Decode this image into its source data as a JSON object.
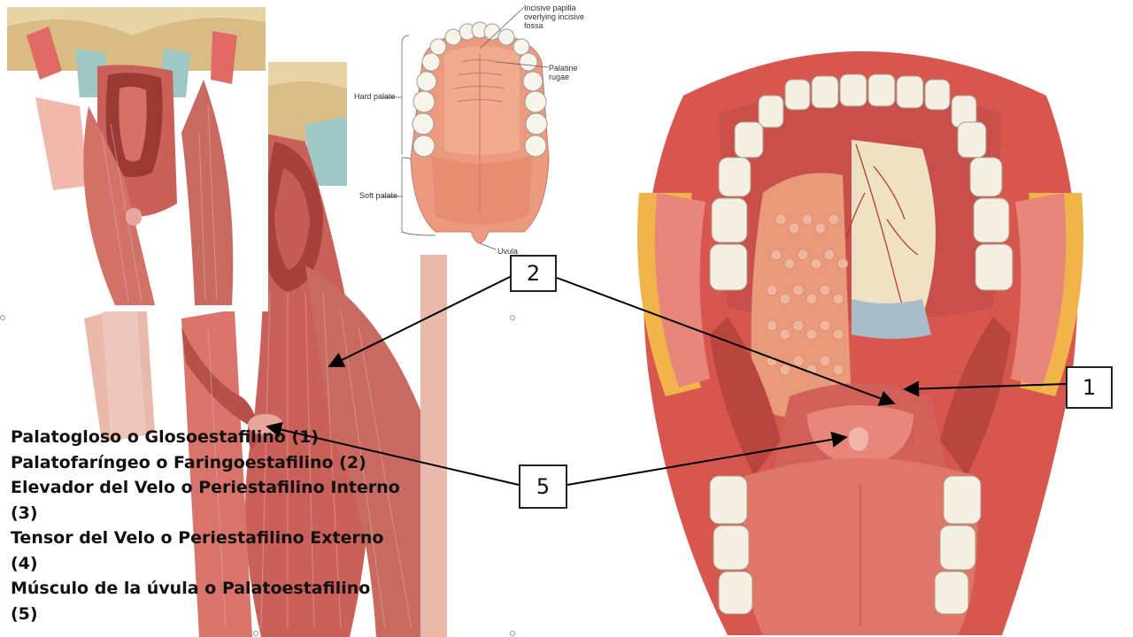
{
  "figure": {
    "labels": {
      "incisive_papilla": "Incisive papilla overlying incisive fossa",
      "palatine_rugae": "Palatine rugae",
      "hard_palate": "Hard palate",
      "soft_palate": "Soft palate",
      "uvula": "Uvula"
    },
    "number_boxes": [
      "2",
      "1",
      "5"
    ],
    "legend_text": " Palatogloso o Glosoestafilino (1)\nPalatofaríngeo o Faringoestafilino (2)\nElevador del Velo o Periestafilino Interno (3)\nTensor del Velo o Periestafilino Externo (4)\nMúsculo de la úvula o Palatoestafilino (5)"
  },
  "colors": {
    "muscle": "#c9605a",
    "muscle_light": "#e39a8c",
    "bone": "#e8d3a6",
    "cartilage": "#9fc7c4",
    "tooth": "#f4efe2",
    "gland": "#e89a7a",
    "mucosa": "#e07a6a"
  }
}
